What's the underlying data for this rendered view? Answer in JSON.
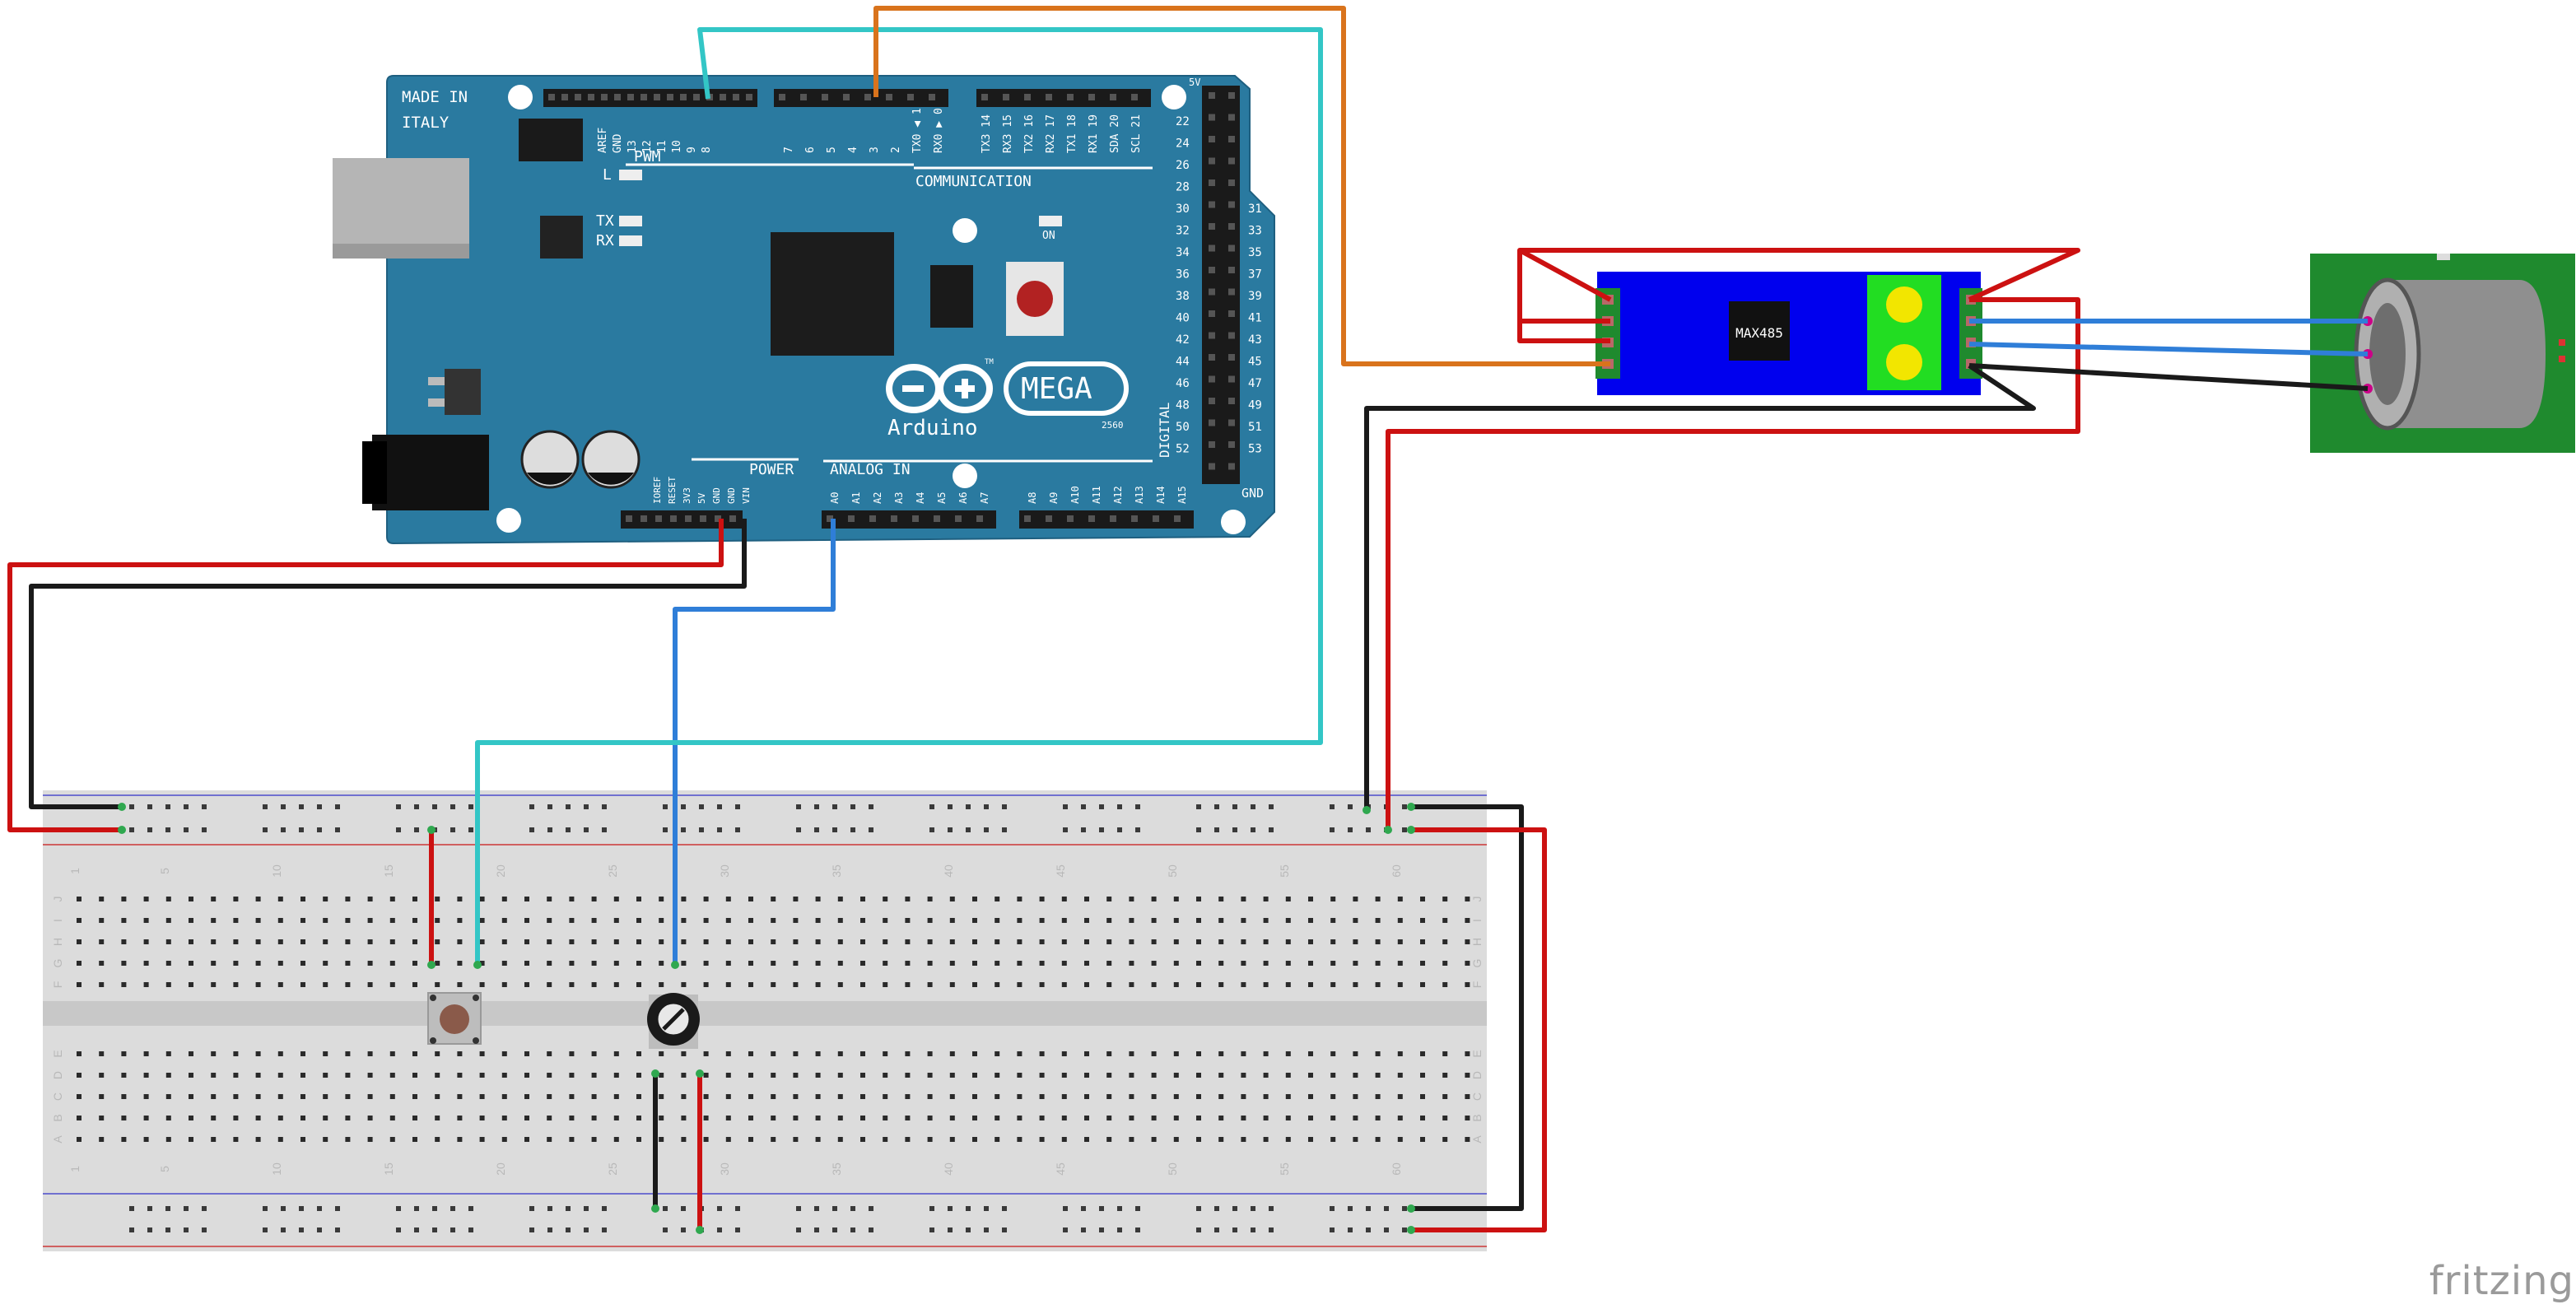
{
  "arduino": {
    "made_in": "MADE IN",
    "country": "ITALY",
    "pwm": "PWM",
    "led_l": "L",
    "tx": "TX",
    "rx": "RX",
    "on": "ON",
    "communication": "COMMUNICATION",
    "brand": "Arduino",
    "model": "MEGA",
    "model_sub": "2560",
    "tm": "TM",
    "power": "POWER",
    "analog_in": "ANALOG IN",
    "digital": "DIGITAL",
    "five_v": "5V",
    "gnd": "GND",
    "top_left_pins": [
      "AREF",
      "GND",
      "13",
      "12",
      "11",
      "10",
      "9",
      "8"
    ],
    "top_mid_pins": [
      "7",
      "6",
      "5",
      "4",
      "3",
      "2",
      "TX0 ◀ 1",
      "RX0 ▶ 0"
    ],
    "top_right_pins": [
      "TX3 14",
      "RX3 15",
      "TX2 16",
      "RX2 17",
      "TX1 18",
      "RX1 19",
      "SDA 20",
      "SCL 21"
    ],
    "power_pins": [
      "IOREF",
      "RESET",
      "3V3",
      "5V",
      "GND",
      "GND",
      "VIN"
    ],
    "analog_pins": [
      "A0",
      "A1",
      "A2",
      "A3",
      "A4",
      "A5",
      "A6",
      "A7",
      "A8",
      "A9",
      "A10",
      "A11",
      "A12",
      "A13",
      "A14",
      "A15"
    ],
    "digital_left": [
      "22",
      "24",
      "26",
      "28",
      "30",
      "32",
      "34",
      "36",
      "38",
      "40",
      "42",
      "44",
      "46",
      "48",
      "50",
      "52"
    ],
    "digital_right": [
      "31",
      "33",
      "35",
      "37",
      "39",
      "41",
      "43",
      "45",
      "47",
      "49",
      "51",
      "53"
    ]
  },
  "max485": {
    "label": "MAX485"
  },
  "breadboard": {
    "col_numbers": [
      "1",
      "5",
      "10",
      "15",
      "20",
      "25",
      "30",
      "35",
      "40",
      "45",
      "50",
      "55",
      "60"
    ],
    "row_letters_top": [
      "J",
      "I",
      "H",
      "G",
      "F"
    ],
    "row_letters_bottom": [
      "E",
      "D",
      "C",
      "B",
      "A"
    ]
  },
  "colors": {
    "arduino_blue": "#2a7aa0",
    "wire_red": "#cc1111",
    "wire_black": "#1a1a1a",
    "wire_cyan": "#33c6c6",
    "wire_orange": "#d9731c",
    "wire_blue": "#2f7ed8",
    "module_blue": "#0000ee",
    "module_green": "#22dd22",
    "pcb_green": "#1f8a2e"
  },
  "watermark": "fritzing"
}
